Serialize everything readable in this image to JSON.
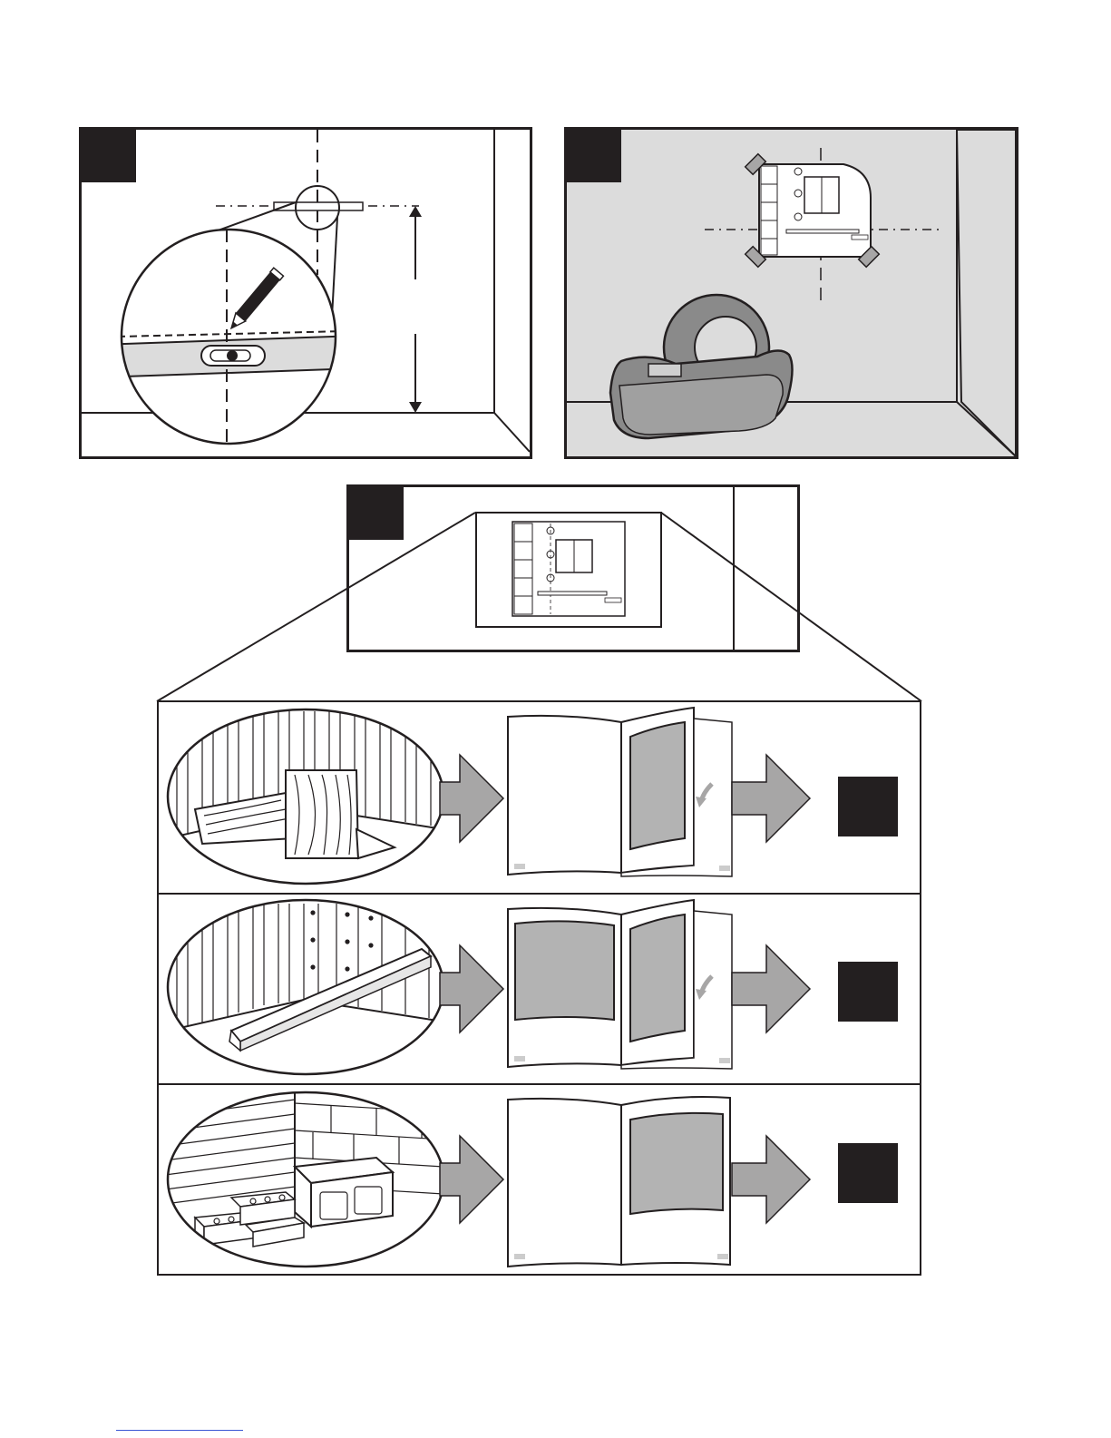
{
  "colors": {
    "ink": "#231f20",
    "wall_gray": "#dcdcdc",
    "arrow_gray": "#a7a6a6",
    "page_gray": "#b3b3b3",
    "link_blue": "#3a56d4"
  },
  "panels": [
    {
      "id": "mark-level",
      "icons": [
        "pencil-icon",
        "spirit-level-icon",
        "magnifier-circle"
      ]
    },
    {
      "id": "tape-template",
      "icons": [
        "tape-dispenser-icon",
        "template-sheet"
      ]
    },
    {
      "id": "template-closeup",
      "icons": [
        "template-sheet"
      ]
    }
  ],
  "wall_types": [
    {
      "id": "wood",
      "icons": [
        "wood-panel-icon",
        "open-book-icon",
        "arrow-right-icon"
      ],
      "page_highlight": "right"
    },
    {
      "id": "drywall",
      "icons": [
        "drywall-channel-icon",
        "open-book-icon",
        "arrow-right-icon"
      ],
      "page_highlight": "both"
    },
    {
      "id": "masonry",
      "icons": [
        "brick-block-icon",
        "open-book-icon",
        "arrow-right-icon"
      ],
      "page_highlight": "right-top"
    }
  ]
}
